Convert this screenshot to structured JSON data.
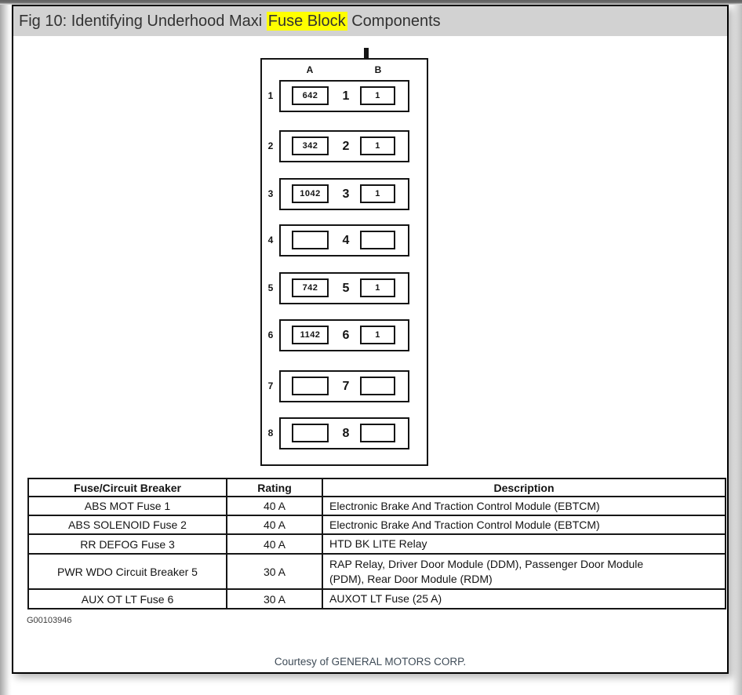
{
  "title": {
    "prefix": "Fig 10: Identifying Underhood Maxi ",
    "highlight": "Fuse Block",
    "suffix": " Components"
  },
  "diagram": {
    "column_headers": {
      "a": "A",
      "b": "B"
    },
    "rows": [
      {
        "label": "1",
        "a_value": "642",
        "center": "1",
        "b_value": "1"
      },
      {
        "label": "2",
        "a_value": "342",
        "center": "2",
        "b_value": "1"
      },
      {
        "label": "3",
        "a_value": "1042",
        "center": "3",
        "b_value": "1"
      },
      {
        "label": "4",
        "a_value": "",
        "center": "4",
        "b_value": ""
      },
      {
        "label": "5",
        "a_value": "742",
        "center": "5",
        "b_value": "1"
      },
      {
        "label": "6",
        "a_value": "1142",
        "center": "6",
        "b_value": "1"
      },
      {
        "label": "7",
        "a_value": "",
        "center": "7",
        "b_value": ""
      },
      {
        "label": "8",
        "a_value": "",
        "center": "8",
        "b_value": ""
      }
    ]
  },
  "table": {
    "headers": [
      "Fuse/Circuit Breaker",
      "Rating",
      "Description"
    ],
    "rows": [
      [
        "ABS MOT Fuse 1",
        "40 A",
        "Electronic Brake And Traction Control Module (EBTCM)"
      ],
      [
        "ABS SOLENOID Fuse 2",
        "40 A",
        "Electronic Brake And Traction Control Module (EBTCM)"
      ],
      [
        "RR DEFOG Fuse 3",
        "40 A",
        "HTD BK LITE Relay"
      ],
      [
        "PWR WDO Circuit Breaker 5",
        "30 A",
        "RAP Relay, Driver Door Module (DDM), Passenger Door Module (PDM), Rear Door Module (RDM)"
      ],
      [
        "AUX OT LT Fuse 6",
        "30 A",
        "AUXOT LT Fuse (25 A)"
      ]
    ]
  },
  "figure_id": "G00103946",
  "credit": "Courtesy of GENERAL MOTORS CORP.",
  "colors": {
    "highlight": "#ffff00",
    "title_bar_bg": "#d2d2d2",
    "credit_text": "#3e4b57",
    "ink": "#141414"
  }
}
